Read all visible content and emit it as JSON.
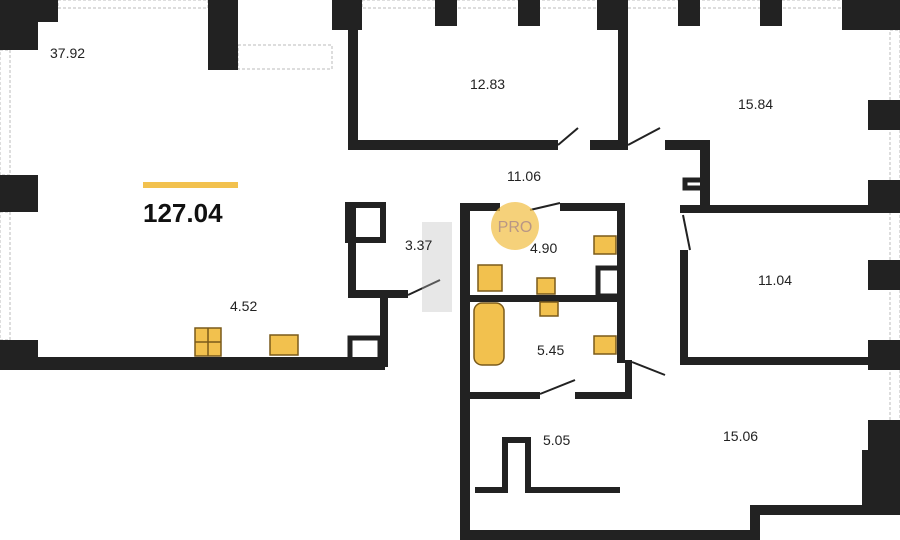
{
  "plan": {
    "total_area": "127.04",
    "accent_color": "#f2c14e",
    "wall_color": "#222222",
    "watermark": "PRO",
    "rooms": [
      {
        "name": "living",
        "area": "37.92"
      },
      {
        "name": "bedroom-top",
        "area": "12.83"
      },
      {
        "name": "bedroom-top-right",
        "area": "15.84"
      },
      {
        "name": "hall",
        "area": "11.06"
      },
      {
        "name": "closet",
        "area": "3.37"
      },
      {
        "name": "bath-1",
        "area": "4.90"
      },
      {
        "name": "kitchen",
        "area": "4.52"
      },
      {
        "name": "bedroom-right",
        "area": "11.04"
      },
      {
        "name": "bath-2",
        "area": "5.45"
      },
      {
        "name": "utility",
        "area": "5.05"
      },
      {
        "name": "bedroom-bottom-right",
        "area": "15.06"
      }
    ]
  }
}
